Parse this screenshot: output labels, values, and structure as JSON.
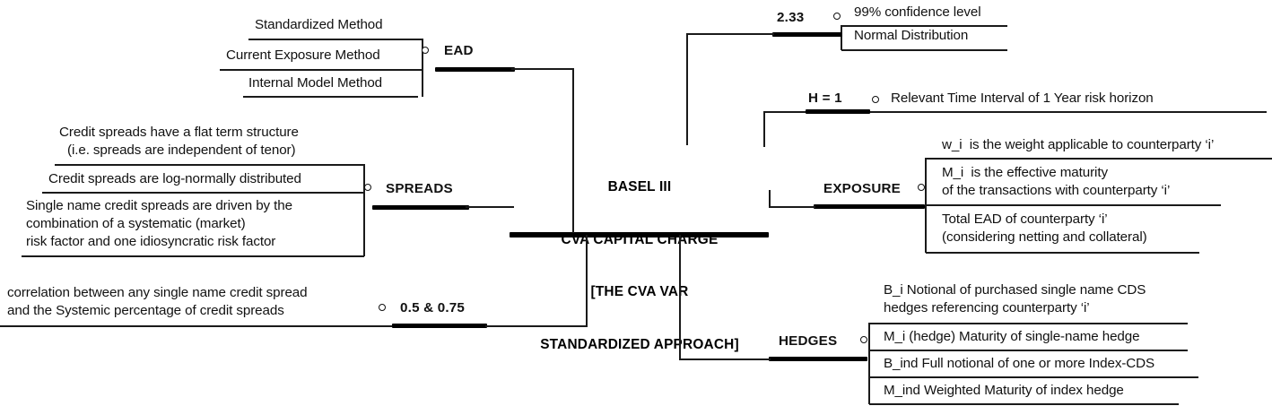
{
  "diagram": {
    "title": "Basel III CVA Capital Charge mind map",
    "central_node": {
      "lines": [
        "BASEL III",
        "CVA CAPITAL CHARGE",
        "[THE CVA VAR",
        "STANDARDIZED APPROACH]"
      ]
    },
    "branches": [
      {
        "key": "ead",
        "label": "EAD",
        "leaves": [
          {
            "lines": [
              "Standardized Method"
            ]
          },
          {
            "lines": [
              "Current Exposure Method"
            ]
          },
          {
            "lines": [
              "Internal Model Method"
            ]
          }
        ]
      },
      {
        "key": "spreads",
        "label": "SPREADS",
        "leaves": [
          {
            "lines": [
              "Credit spreads have a flat term structure",
              "(i.e. spreads are independent of tenor)"
            ]
          },
          {
            "lines": [
              "Credit spreads are log-normally distributed"
            ]
          },
          {
            "lines": [
              "Single name credit spreads are driven by the",
              "combination of a systematic (market)",
              "risk factor and one idiosyncratic risk factor"
            ]
          }
        ]
      },
      {
        "key": "correlation",
        "label": "0.5 & 0.75",
        "leaves": [
          {
            "lines": [
              "correlation between any single name credit spread",
              "and the Systemic percentage of credit spreads"
            ]
          }
        ]
      },
      {
        "key": "confidence",
        "label": "2.33",
        "leaves": [
          {
            "lines": [
              "99% confidence level"
            ]
          },
          {
            "lines": [
              "Normal Distribution"
            ]
          }
        ]
      },
      {
        "key": "horizon",
        "label": "H = 1",
        "leaves": [
          {
            "lines": [
              "Relevant Time Interval of 1 Year risk horizon"
            ]
          }
        ]
      },
      {
        "key": "exposure",
        "label": "EXPOSURE",
        "leaves": [
          {
            "lines": [
              "w_i  is the weight applicable to counterparty ‘i’"
            ]
          },
          {
            "lines": [
              "M_i  is the effective maturity",
              "of the transactions with counterparty ‘i’"
            ]
          },
          {
            "lines": [
              "Total EAD of counterparty ‘i’",
              "(considering netting and collateral)"
            ]
          }
        ]
      },
      {
        "key": "hedges",
        "label": "HEDGES",
        "leaves": [
          {
            "lines": [
              "B_i Notional of purchased single name CDS",
              "hedges referencing counterparty ‘i’"
            ]
          },
          {
            "lines": [
              "M_i (hedge) Maturity of single-name hedge"
            ]
          },
          {
            "lines": [
              "B_ind Full notional of one or more Index-CDS"
            ]
          },
          {
            "lines": [
              "M_ind Weighted Maturity of index hedge"
            ]
          }
        ]
      }
    ],
    "colors": {
      "ink": "#111111",
      "rule": "#1a1a1a",
      "bar": "#000000",
      "background": "#ffffff"
    }
  }
}
